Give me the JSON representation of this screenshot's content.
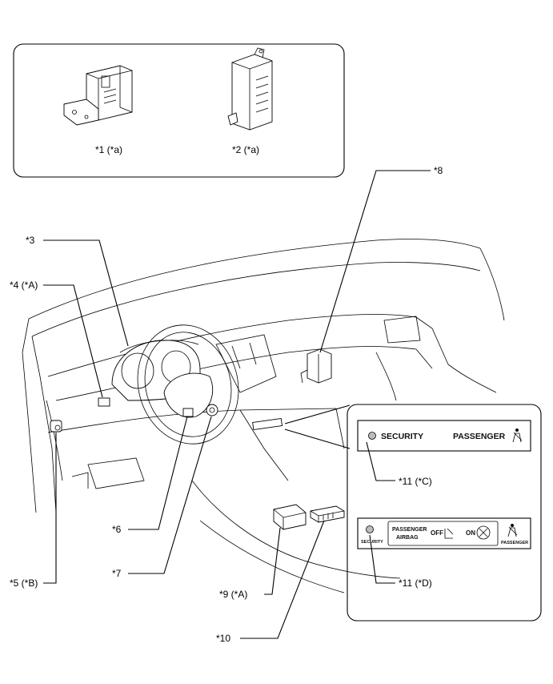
{
  "labels": {
    "l1": "*1 (*a)",
    "l2": "*2 (*a)",
    "l3": "*3",
    "l4": "*4 (*A)",
    "l5": "*5 (*B)",
    "l6": "*6",
    "l7": "*7",
    "l8": "*8",
    "l9": "*9 (*A)",
    "l10": "*10",
    "l11c": "*11 (*C)",
    "l11d": "*11 (*D)"
  },
  "panel_c": {
    "security": "SECURITY",
    "passenger": "PASSENGER"
  },
  "panel_d": {
    "passenger_airbag_line1": "PASSENGER",
    "passenger_airbag_line2": "AIRBAG",
    "off": "OFF",
    "on": "ON",
    "security": "SECURITY",
    "passenger": "PASSENGER"
  }
}
